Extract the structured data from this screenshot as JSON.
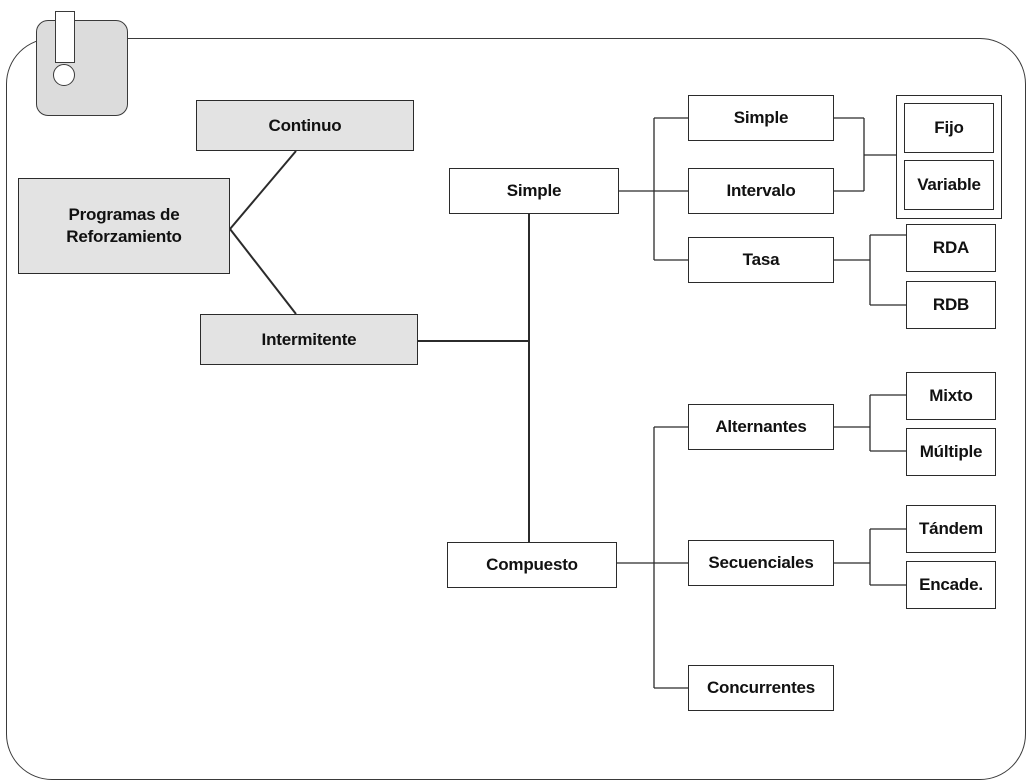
{
  "diagram": {
    "root": "Programas de Reforzamiento",
    "continuo": "Continuo",
    "intermitente": "Intermitente",
    "simple": "Simple",
    "compuesto": "Compuesto",
    "simple_children": {
      "simple": "Simple",
      "intervalo": "Intervalo",
      "tasa": "Tasa"
    },
    "fijo": "Fijo",
    "variable": "Variable",
    "rda": "RDA",
    "rdb": "RDB",
    "compuesto_children": {
      "alternantes": "Alternantes",
      "secuenciales": "Secuenciales",
      "concurrentes": "Concurrentes"
    },
    "mixto": "Mixto",
    "multiple": "Múltiple",
    "tandem": "Tándem",
    "encade": "Encade."
  },
  "colors": {
    "highlight_fill": "#e3e3e3",
    "line": "#2b2b2b"
  }
}
